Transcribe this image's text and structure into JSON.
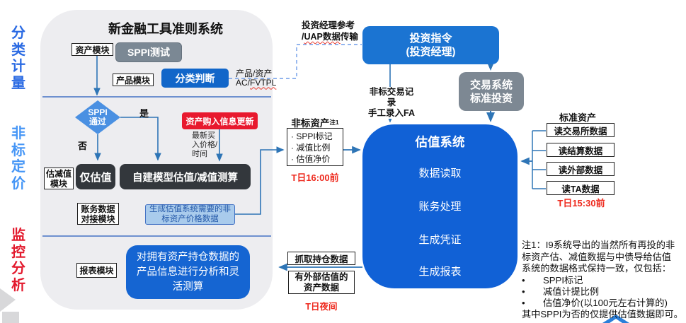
{
  "left_labels": {
    "classification": "分\n类\n计\n量",
    "nonstd_pricing": "非\n标\n定\n价",
    "monitoring": "监\n控\n分\n析"
  },
  "panel": {
    "title": "新金融工具准则系统",
    "asset_module": "资产模块",
    "sppi_test": "SPPI测试",
    "product_module": "产品模块",
    "classify": "分类判断",
    "classify_out_line1": "产品/资产",
    "classify_out_line2_plain": "AC/",
    "classify_out_line2_wavy": "FVTPL",
    "sppi_pass": "SPPI\n通过",
    "yes": "是",
    "no": "否",
    "purchase_update": "资产购入信息更新",
    "latest_buy": "最新买\n入价格/\n时间",
    "module_impair": "估减值\n模块",
    "value_only": "仅估值",
    "self_model": "自建模型估值/减值测算",
    "module_account": "账务数据\n对接模块",
    "gen_price_data": "生成估值系统需要的非\n标资产价格数据",
    "module_report": "报表模块",
    "report_desc": "对拥有资产持仓数据的产品信息进行分析和灵活测算"
  },
  "middle": {
    "ref_line1": "投资经理参考",
    "ref_line2_plain": "/",
    "ref_line2_wavy": "UAP数据",
    "ref_line2_rest": "传输",
    "nonstd_title": "非标资产",
    "nonstd_sup": "注1",
    "nonstd_items": [
      "· SPPI标记",
      "· 减值比例",
      "· 估值净价"
    ],
    "nonstd_deadline": "T日16:00前",
    "manual_entry": "非标交易记录\n手工录入FA",
    "grab_position": "抓取持仓数据",
    "external_valuation": "有外部估值的\n资产数据",
    "night": "T日夜间"
  },
  "right": {
    "invest_order": "投资指令\n(投资经理)",
    "trade_system": "交易系统\n标准投资",
    "valuation_system": "估值系统",
    "valuation_items": [
      "数据读取",
      "账务处理",
      "生成凭证",
      "生成报表"
    ],
    "std_asset": "标准资产",
    "readers": [
      "读交易所数据",
      "读结算数据",
      "读外部数据",
      "读TA数据"
    ],
    "std_deadline": "T日15:30前",
    "note_para": "注1：I9系统导出的当然所有再投的非\n标资产估、减值数据与中债导给估值\n系统的数据格式保持一致，仅包括：",
    "note_bullet_char": "•",
    "note_bullets": [
      "SPPI标记",
      "减值计提比例",
      "估值净价(以100元左右计算的)"
    ],
    "note_last": "其中SPPI为否的仅提供估值数据即可。"
  },
  "colors": {
    "accent_blue": "#1166c9",
    "deep_blue": "#1161d6",
    "invest_blue": "#1b74d2",
    "diamond_blue": "#4a90e2",
    "gray_button": "#7b8894",
    "dark_box": "#33373c",
    "alert_red": "#e8192e",
    "red_text": "#ee2a1e",
    "label_blue": "#2a6ae3",
    "label_light_blue": "#4696f6",
    "label_red": "#e3192d",
    "connector_blue": "#2e75b6"
  }
}
